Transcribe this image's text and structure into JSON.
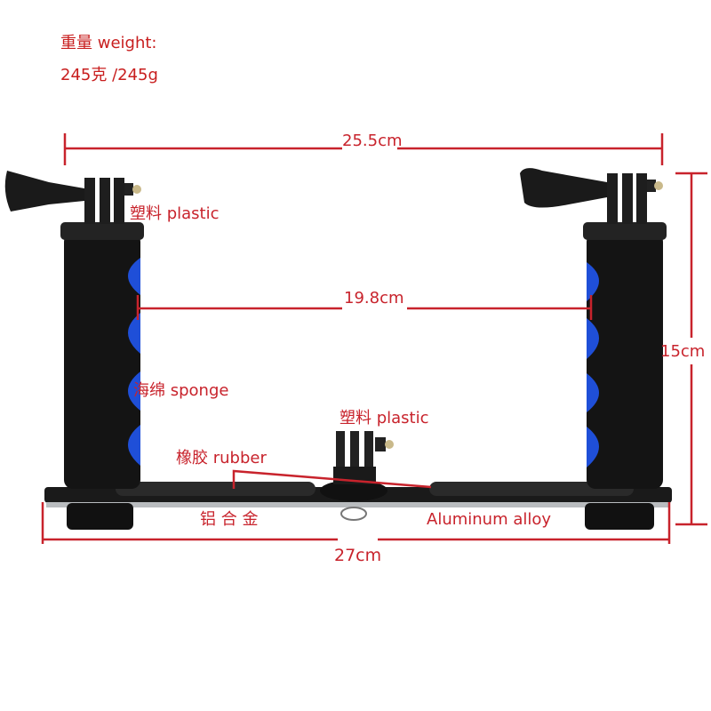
{
  "weight": {
    "label": "重量  weight:",
    "value": "245克 /245g"
  },
  "dimensions": {
    "top_width": "25.5cm",
    "grip_spacing": "19.8cm",
    "height": "15cm",
    "base_width": "27cm"
  },
  "materials": {
    "top_mount": "塑料 plastic",
    "grip": "海绵 sponge",
    "center_mount": "塑料 plastic",
    "pads": "橡胶 rubber",
    "plate_cn": "铝 合 金",
    "plate_en": "Aluminum alloy"
  },
  "colors": {
    "annotation": "#c8232c",
    "grip_accent": "#1f4fd8",
    "body": "#151515"
  }
}
